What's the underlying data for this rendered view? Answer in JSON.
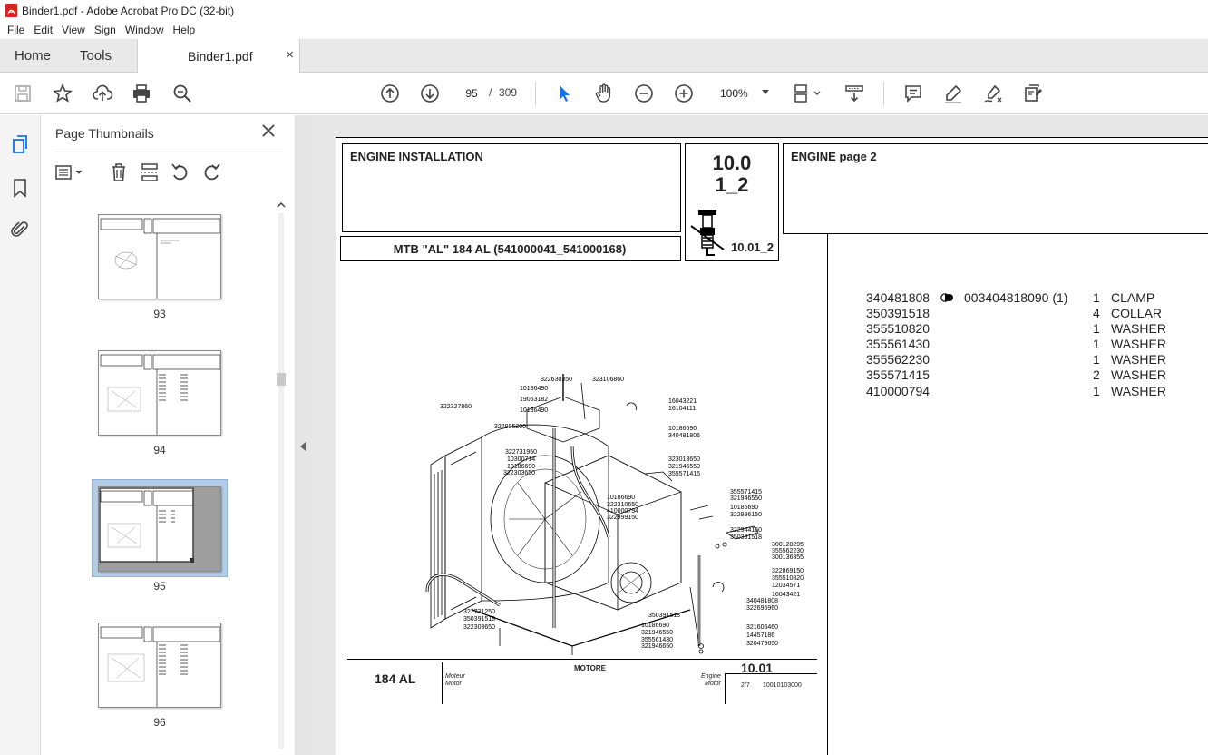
{
  "window": {
    "title": "Binder1.pdf - Adobe Acrobat Pro DC (32-bit)",
    "icon": "acrobat-icon"
  },
  "menu": [
    "File",
    "Edit",
    "View",
    "Sign",
    "Window",
    "Help"
  ],
  "tabs": {
    "home": "Home",
    "tools": "Tools",
    "document": "Binder1.pdf",
    "close": "×"
  },
  "toolbar": {
    "page_current": "95",
    "page_sep": "/",
    "page_total": "309",
    "zoom": "100%"
  },
  "thumbnails": {
    "title": "Page Thumbnails",
    "pages": [
      {
        "label": "93"
      },
      {
        "label": "94"
      },
      {
        "label": "95",
        "selected": true
      },
      {
        "label": "96"
      }
    ]
  },
  "document": {
    "header_left_title": "ENGINE INSTALLATION",
    "header_code_line1": "10.0",
    "header_code_line2": "1_2",
    "header_code_sub": "10.01_2",
    "header_model": "MTB \"AL\" 184 AL (541000041_541000168)",
    "header_right_title": "ENGINE  page 2",
    "footer_model": "184 AL",
    "footer_motor_it": "Motore",
    "footer_motor_label": "MOTORE",
    "footer_motor_sub1": "Moteur",
    "footer_motor_sub2": "Motor",
    "footer_engine1": "Engine",
    "footer_engine2": "Motor",
    "footer_ref": "10.01",
    "footer_page": "2/7",
    "footer_code": "10010103000",
    "parts": [
      {
        "code": "340481808",
        "alt": "003404818090  (1)",
        "qty": "1",
        "name": "CLAMP",
        "marker": true
      },
      {
        "code": "350391518",
        "alt": "",
        "qty": "4",
        "name": "COLLAR",
        "marker": false
      },
      {
        "code": "355510820",
        "alt": "",
        "qty": "1",
        "name": "WASHER",
        "marker": false
      },
      {
        "code": "355561430",
        "alt": "",
        "qty": "1",
        "name": "WASHER",
        "marker": false
      },
      {
        "code": "355562230",
        "alt": "",
        "qty": "1",
        "name": "WASHER",
        "marker": false
      },
      {
        "code": "355571415",
        "alt": "",
        "qty": "2",
        "name": "WASHER",
        "marker": false
      },
      {
        "code": "410000794",
        "alt": "",
        "qty": "1",
        "name": "WASHER",
        "marker": false
      }
    ],
    "diagram_labels": [
      "322630350",
      "323106860",
      "10186490",
      "19053182",
      "10186490",
      "16043221",
      "16104111",
      "322327860",
      "322995200",
      "10186690",
      "340481806",
      "322731950",
      "10300714",
      "10186690",
      "322303650",
      "323013650",
      "321946550",
      "355571415",
      "355571415",
      "321946550",
      "10186690",
      "322310650",
      "410000794",
      "322999150",
      "10186690",
      "322996150",
      "322944150",
      "350391518",
      "300128295",
      "355562230",
      "300136355",
      "322869150",
      "355510820",
      "12034571",
      "16043421",
      "340481808",
      "322695960",
      "322731250",
      "350391518",
      "322303650",
      "350391518",
      "10186690",
      "321946550",
      "355561430",
      "321946650",
      "321606460",
      "14457186",
      "320479650"
    ]
  }
}
